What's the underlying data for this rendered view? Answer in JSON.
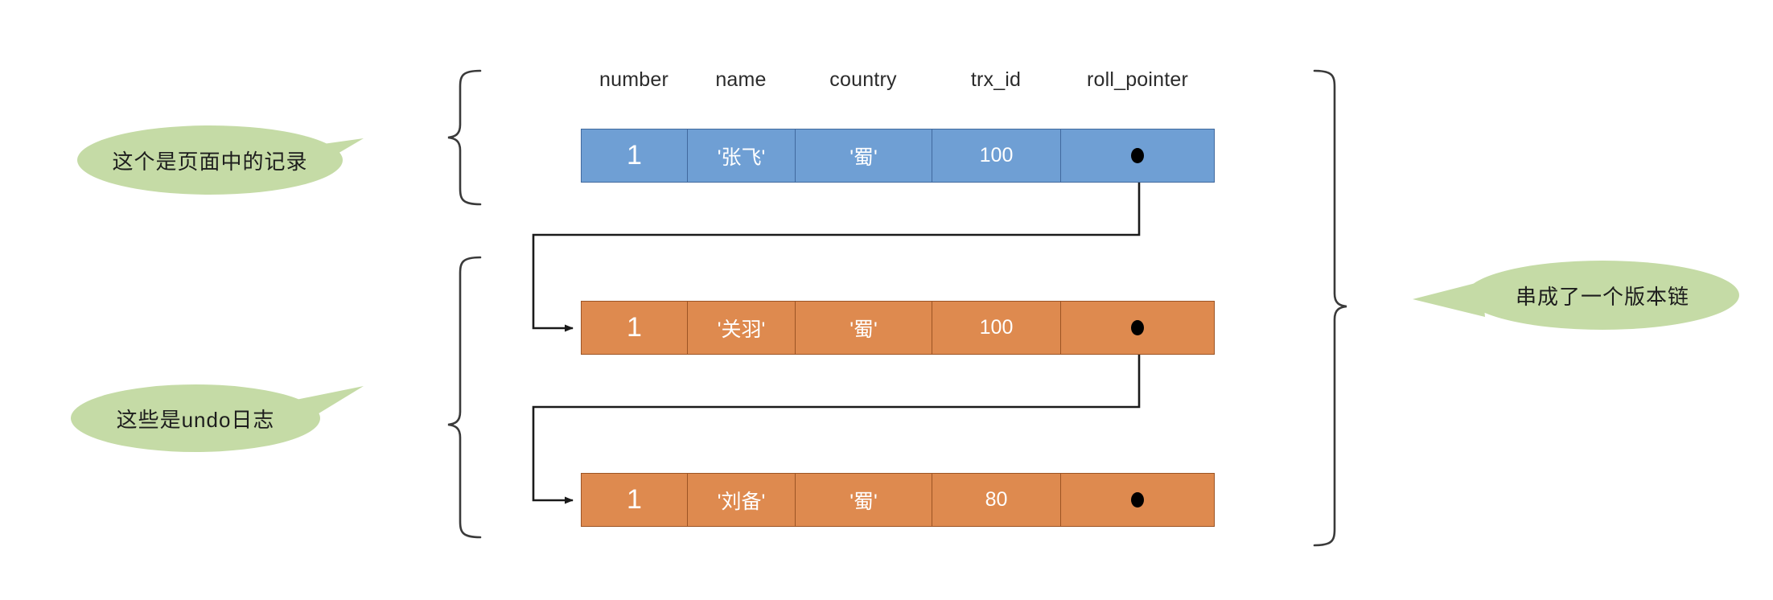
{
  "diagram": {
    "title": "InnoDB MVCC version chain diagram",
    "colors": {
      "record_fill": "#6F9FD4",
      "record_border": "#41699E",
      "undo_fill": "#DE8A4F",
      "undo_border": "#9C5424",
      "callout_fill": "#C5DBA6",
      "connector": "#2b2b2b",
      "text_on_row": "#FFFFFF",
      "header_text": "#2B2B2B"
    },
    "columns": [
      {
        "key": "number",
        "label": "number"
      },
      {
        "key": "name",
        "label": "name"
      },
      {
        "key": "country",
        "label": "country"
      },
      {
        "key": "trx_id",
        "label": "trx_id"
      },
      {
        "key": "roll_pointer",
        "label": "roll_pointer"
      }
    ],
    "rows": [
      {
        "kind": "page-record",
        "number": "1",
        "name": "'张飞'",
        "country": "'蜀'",
        "trx_id": "100",
        "roll_pointer": "pointer-dot"
      },
      {
        "kind": "undo-log",
        "number": "1",
        "name": "'关羽'",
        "country": "'蜀'",
        "trx_id": "100",
        "roll_pointer": "pointer-dot"
      },
      {
        "kind": "undo-log",
        "number": "1",
        "name": "'刘备'",
        "country": "'蜀'",
        "trx_id": "80",
        "roll_pointer": "pointer-dot"
      }
    ],
    "callouts": [
      {
        "id": "page-record",
        "text": "这个是页面中的记录"
      },
      {
        "id": "undo-log",
        "text": "这些是undo日志"
      },
      {
        "id": "version-chain",
        "text": "串成了一个版本链"
      }
    ],
    "braces": [
      {
        "id": "brace-page-record",
        "side": "left",
        "spans": "row 1"
      },
      {
        "id": "brace-undo-logs",
        "side": "left",
        "spans": "rows 2-3"
      },
      {
        "id": "brace-version-chain",
        "side": "right",
        "spans": "rows 1-3"
      }
    ],
    "connectors": [
      {
        "id": "connector-record-to-undo1",
        "from": "row1.roll_pointer",
        "to": "row2.left"
      },
      {
        "id": "connector-undo1-to-undo2",
        "from": "row2.roll_pointer",
        "to": "row3.left"
      }
    ]
  }
}
